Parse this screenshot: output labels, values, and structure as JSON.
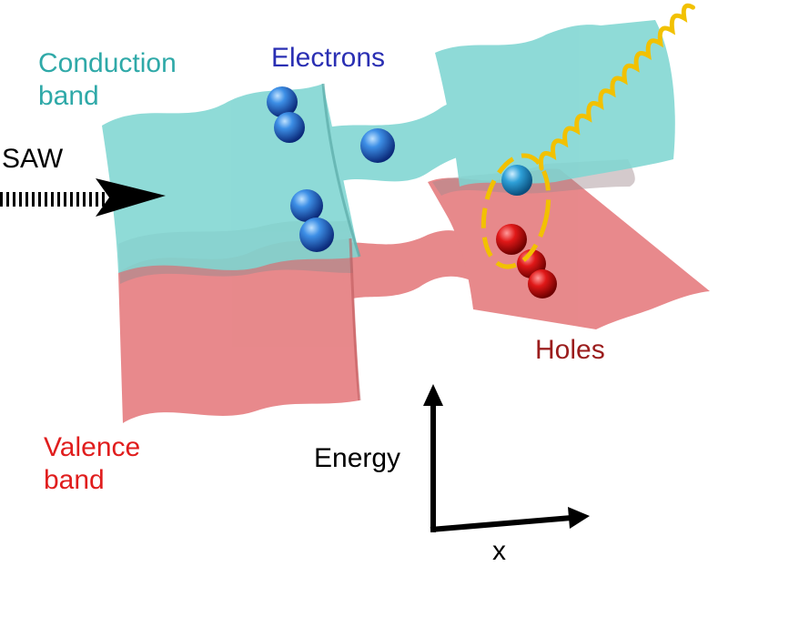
{
  "labels": {
    "conduction_line1": "Conduction",
    "conduction_line2": "band",
    "electrons": "Electrons",
    "saw": "SAW",
    "holes": "Holes",
    "valence_line1": "Valence",
    "valence_line2": "band",
    "energy": "Energy",
    "x": "x"
  },
  "colors": {
    "conduction_band": "#7fd6d2",
    "valence_band": "#e67f82",
    "conduction_label": "#2fa9a8",
    "electrons_label": "#2a2fb3",
    "holes_label": "#9b1d1d",
    "valence_label": "#e01d1d",
    "electron": "#2f79d6",
    "hole": "#d81b1b",
    "photon": "#f2c100",
    "text": "#000000"
  },
  "icons": [
    "electron-sphere",
    "hole-sphere",
    "photon-wave",
    "saw-arrow",
    "energy-axis-arrow",
    "x-axis-arrow",
    "exciton-ellipse"
  ]
}
